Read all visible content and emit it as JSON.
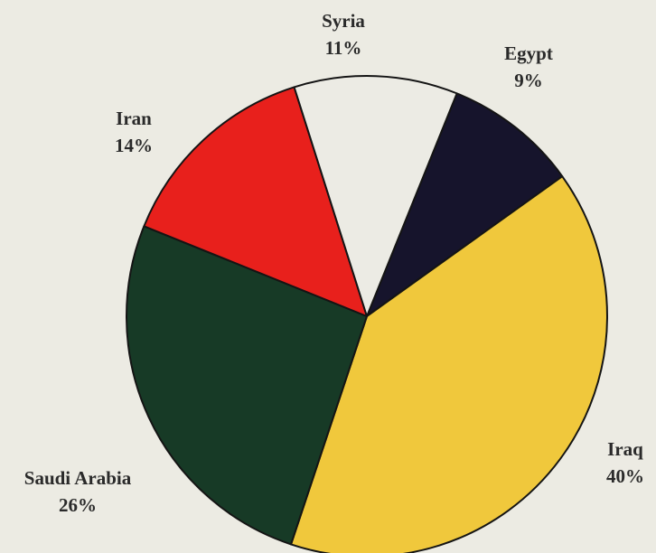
{
  "chart_data": {
    "type": "pie",
    "title": "",
    "slices": [
      {
        "label": "Egypt",
        "value_label": "9%",
        "value": 9,
        "color": "#16142c"
      },
      {
        "label": "Iraq",
        "value_label": "40%",
        "value": 40,
        "color": "#f0c83c"
      },
      {
        "label": "Saudi Arabia",
        "value_label": "26%",
        "value": 26,
        "color": "#173a26"
      },
      {
        "label": "Iran",
        "value_label": "14%",
        "value": 14,
        "color": "#e8201c"
      },
      {
        "label": "Syria",
        "value_label": "11%",
        "value": 11,
        "color": "#ecebe4"
      }
    ],
    "background_color": "#ecebe3",
    "legend": "none"
  }
}
